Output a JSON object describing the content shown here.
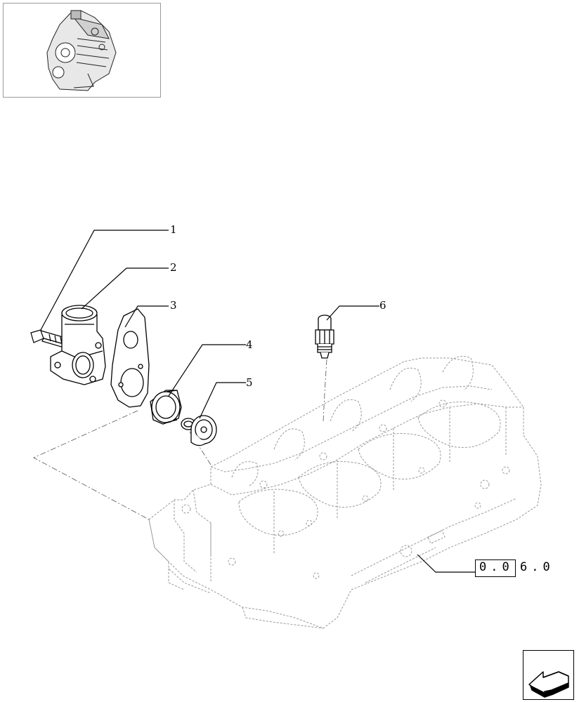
{
  "callouts": {
    "c1": "1",
    "c2": "2",
    "c3": "3",
    "c4": "4",
    "c5": "5",
    "c6": "6"
  },
  "reference": {
    "boxed": "0.0",
    "rest": "6.0"
  },
  "thumbnail": {
    "icon": "engine-thumbnail-icon"
  },
  "navigation": {
    "icon": "arrow-back-icon"
  },
  "colors": {
    "line": "#000000",
    "phantom": "#9a9a9a",
    "frame": "#9a9a9a"
  }
}
